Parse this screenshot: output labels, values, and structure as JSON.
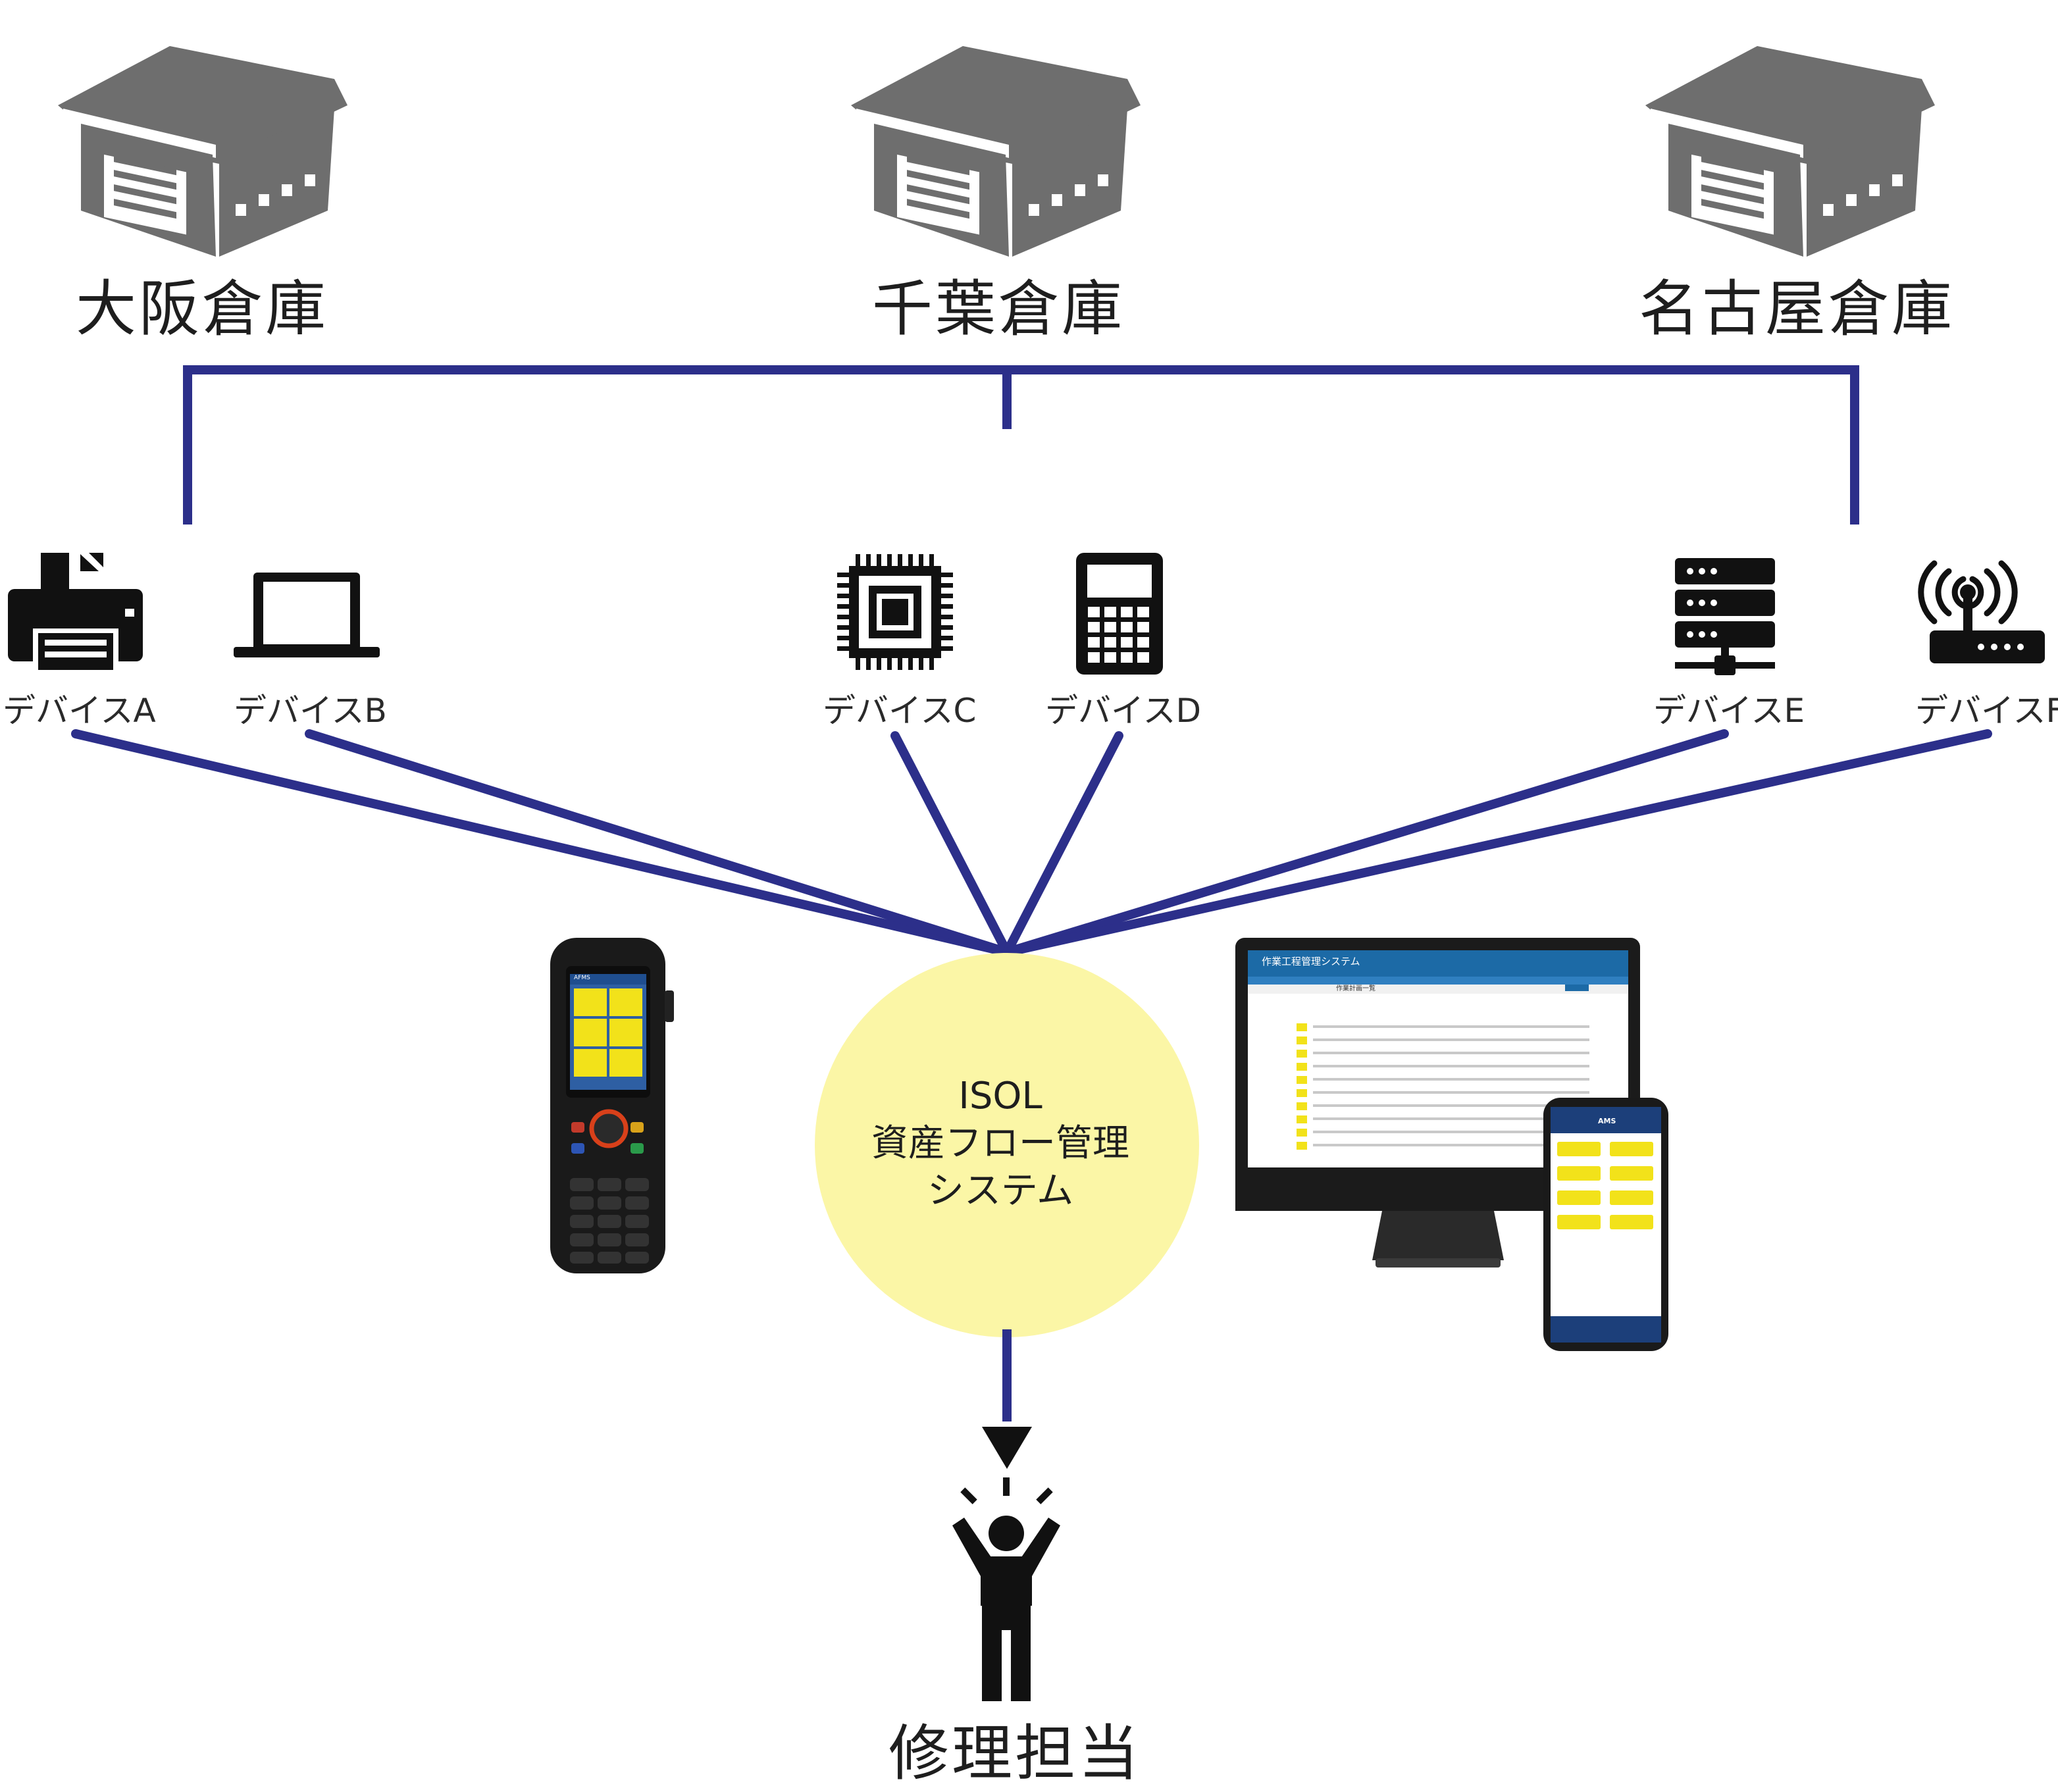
{
  "warehouses": [
    {
      "name": "大阪倉庫"
    },
    {
      "name": "千葉倉庫"
    },
    {
      "name": "名古屋倉庫"
    }
  ],
  "devices": [
    {
      "label": "デバイスA",
      "icon": "printer-icon"
    },
    {
      "label": "デバイスB",
      "icon": "laptop-icon"
    },
    {
      "label": "デバイスC",
      "icon": "cpu-chip-icon"
    },
    {
      "label": "デバイスD",
      "icon": "calculator-icon"
    },
    {
      "label": "デバイスE",
      "icon": "server-icon"
    },
    {
      "label": "デバイスF",
      "icon": "wireless-router-icon"
    }
  ],
  "system": {
    "line1": "ISOL",
    "line2": "資産フロー管理",
    "line3": "システム",
    "fill_color": "#fbf6a6"
  },
  "monitor_app": {
    "title": "作業工程管理システム",
    "list_title": "作業計画一覧",
    "header_color": "#1c6aa6"
  },
  "phone_app": {
    "title": "AMS",
    "header_color": "#1c3f7a"
  },
  "handheld": {
    "app_title": "AFMS"
  },
  "recipient": {
    "label": "修理担当",
    "icon": "person-alert-icon"
  },
  "colors": {
    "connector": "#2c2f8a",
    "warehouse_gray": "#6b6b6b",
    "icon_black": "#111111",
    "tile_yellow": "#f2e21a"
  }
}
